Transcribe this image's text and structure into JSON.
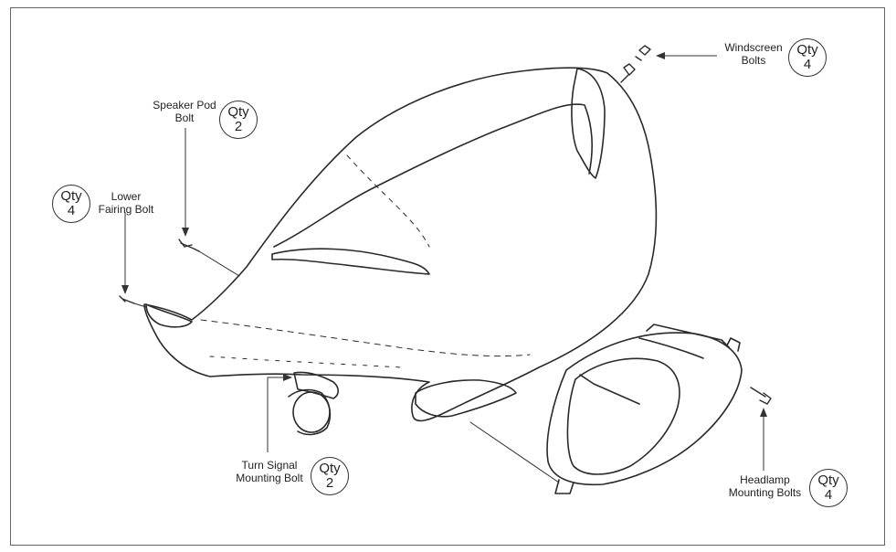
{
  "callouts": [
    {
      "id": "windscreen",
      "label_line1": "Windscreen",
      "label_line2": "Bolts",
      "qty_word": "Qty",
      "qty_value": "4"
    },
    {
      "id": "speaker-pod",
      "label_line1": "Speaker Pod",
      "label_line2": "Bolt",
      "qty_word": "Qty",
      "qty_value": "2"
    },
    {
      "id": "lower-fairing",
      "label_line1": "Lower",
      "label_line2": "Fairing Bolt",
      "qty_word": "Qty",
      "qty_value": "4"
    },
    {
      "id": "turn-signal",
      "label_line1": "Turn Signal",
      "label_line2": "Mounting Bolt",
      "qty_word": "Qty",
      "qty_value": "2"
    },
    {
      "id": "headlamp",
      "label_line1": "Headlamp",
      "label_line2": "Mounting Bolts",
      "qty_word": "Qty",
      "qty_value": "4"
    }
  ]
}
